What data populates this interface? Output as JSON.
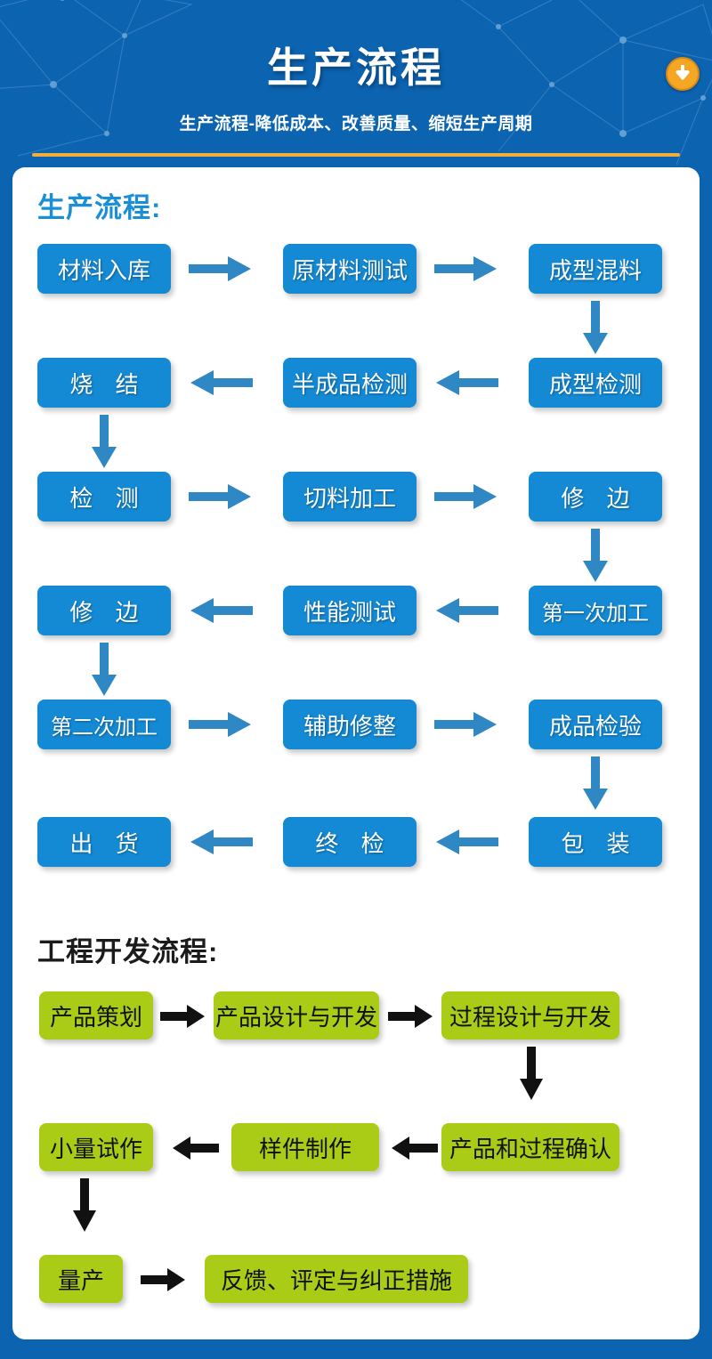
{
  "page": {
    "background_color": "#0c63b0",
    "card_color": "#ffffff",
    "accent_gold": "#f0ae3c",
    "blue_box_color": "#1489d4",
    "green_box_color": "#aacc16"
  },
  "header": {
    "title": "生产流程",
    "subtitle": "生产流程-降低成本、改善质量、缩短生产周期",
    "download_icon": "download-arrow-icon"
  },
  "sections": [
    {
      "heading": "生产流程:",
      "heading_color": "#1a8fd6",
      "box_color": "#1489d4",
      "arrow_color": "#2288cc",
      "steps": [
        "材料入库",
        "原材料测试",
        "成型混料",
        "成型检测",
        "半成品检测",
        "烧 结",
        "检 测",
        "切料加工",
        "修 边",
        "第一次加工",
        "性能测试",
        "修 边",
        "第二次加工",
        "辅助修整",
        "成品检验",
        "包 装",
        "终 检",
        "出 货"
      ]
    },
    {
      "heading": "工程开发流程:",
      "heading_color": "#1b1b1b",
      "box_color": "#aacc16",
      "arrow_color": "#000000",
      "steps": [
        "产品策划",
        "产品设计与开发",
        "过程设计与开发",
        "产品和过程确认",
        "样件制作",
        "小量试作",
        "量产",
        "反馈、评定与纠正措施"
      ]
    }
  ],
  "flow1": {
    "r1c1": "材料入库",
    "r1c2": "原材料测试",
    "r1c3": "成型混料",
    "r2c1": "烧 结",
    "r2c2": "半成品检测",
    "r2c3": "成型检测",
    "r3c1": "检 测",
    "r3c2": "切料加工",
    "r3c3": "修 边",
    "r4c1": "修 边",
    "r4c2": "性能测试",
    "r4c3": "第一次加工",
    "r5c1": "第二次加工",
    "r5c2": "辅助修整",
    "r5c3": "成品检验",
    "r6c1": "出 货",
    "r6c2": "终 检",
    "r6c3": "包 装"
  },
  "flow2": {
    "g1c1": "产品策划",
    "g1c2": "产品设计与开发",
    "g1c3": "过程设计与开发",
    "g2c1": "小量试作",
    "g2c2": "样件制作",
    "g2c3": "产品和过程确认",
    "g3c1": "量产",
    "g3c2": "反馈、评定与纠正措施"
  }
}
